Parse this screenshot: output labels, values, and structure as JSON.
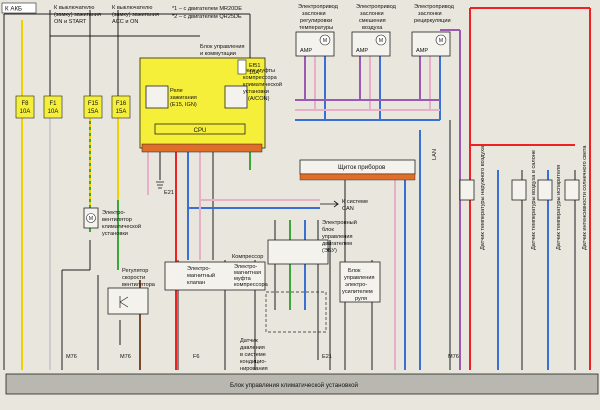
{
  "header": {
    "battery": "К АКБ",
    "switch_on_start": [
      "К выключателю",
      "(замку) зажигания",
      "ON и START"
    ],
    "switch_acc_on": [
      "К выключателю",
      "(замку) зажигания",
      "ACC и ON"
    ],
    "engine_notes": [
      "*1 – с двигателем MR20DE",
      "*2 – с двигателем QR25DE"
    ]
  },
  "control_unit": {
    "title": [
      "Блок управления",
      "и коммутации"
    ],
    "relay_ignition": [
      "Реле",
      "зажигания",
      "(Е15, IGN)"
    ],
    "relay_clutch": [
      "Реле муфты",
      "компрессора",
      "климатической",
      "установки",
      "(A/CON)"
    ],
    "cpu": "CPU",
    "fuse": [
      "Ef51",
      "10A"
    ],
    "ground": "E21"
  },
  "fuses": [
    {
      "name": "F8",
      "rating": "10A"
    },
    {
      "name": "F1",
      "rating": "10A"
    },
    {
      "name": "F15",
      "rating": "15A"
    },
    {
      "name": "F16",
      "rating": "15A"
    }
  ],
  "actuators": [
    {
      "title": [
        "Электропривод",
        "заслонки",
        "регулировки",
        "температуры"
      ],
      "amp": "AMP"
    },
    {
      "title": [
        "Электропривод",
        "заслонки",
        "смешения",
        "воздуха"
      ],
      "amp": "AMP"
    },
    {
      "title": [
        "Электропривод",
        "заслонки",
        "рециркуляции"
      ],
      "amp": "AMP"
    }
  ],
  "components": {
    "dashboard": "Щиток приборов",
    "can": [
      "К системе",
      "CAN"
    ],
    "lan": "LAN",
    "ecu": [
      "Электронный",
      "блок",
      "управления",
      "двигателем",
      "(ЭБУ)"
    ],
    "fan": [
      "Электро-",
      "вентилятор",
      "климатической",
      "установки"
    ],
    "fan_regulator": [
      "Регулятор",
      "скорости",
      "вентилятора"
    ],
    "compressor": "Компрессор",
    "magnetic_valve": [
      "Электро-",
      "магнитный",
      "клапан"
    ],
    "magnetic_clutch": [
      "Электро-",
      "магнитная",
      "муфта",
      "компрессора"
    ],
    "power_steering": [
      "Блок",
      "управления",
      "электро-",
      "усилителем",
      "руля"
    ],
    "pressure_sensor": [
      "Датчик",
      "давления",
      "в системе",
      "кондицио-",
      "нирования"
    ],
    "main_unit": "Блок управления климатической установкой"
  },
  "sensors": [
    "Датчик температуры наружного воздуха",
    "Датчик температуры воздуха в салоне",
    "Датчик температуры испарителя",
    "Датчик интенсивности солнечного света"
  ],
  "grounds": [
    "M76",
    "M76",
    "F6",
    "E21",
    "M76"
  ]
}
